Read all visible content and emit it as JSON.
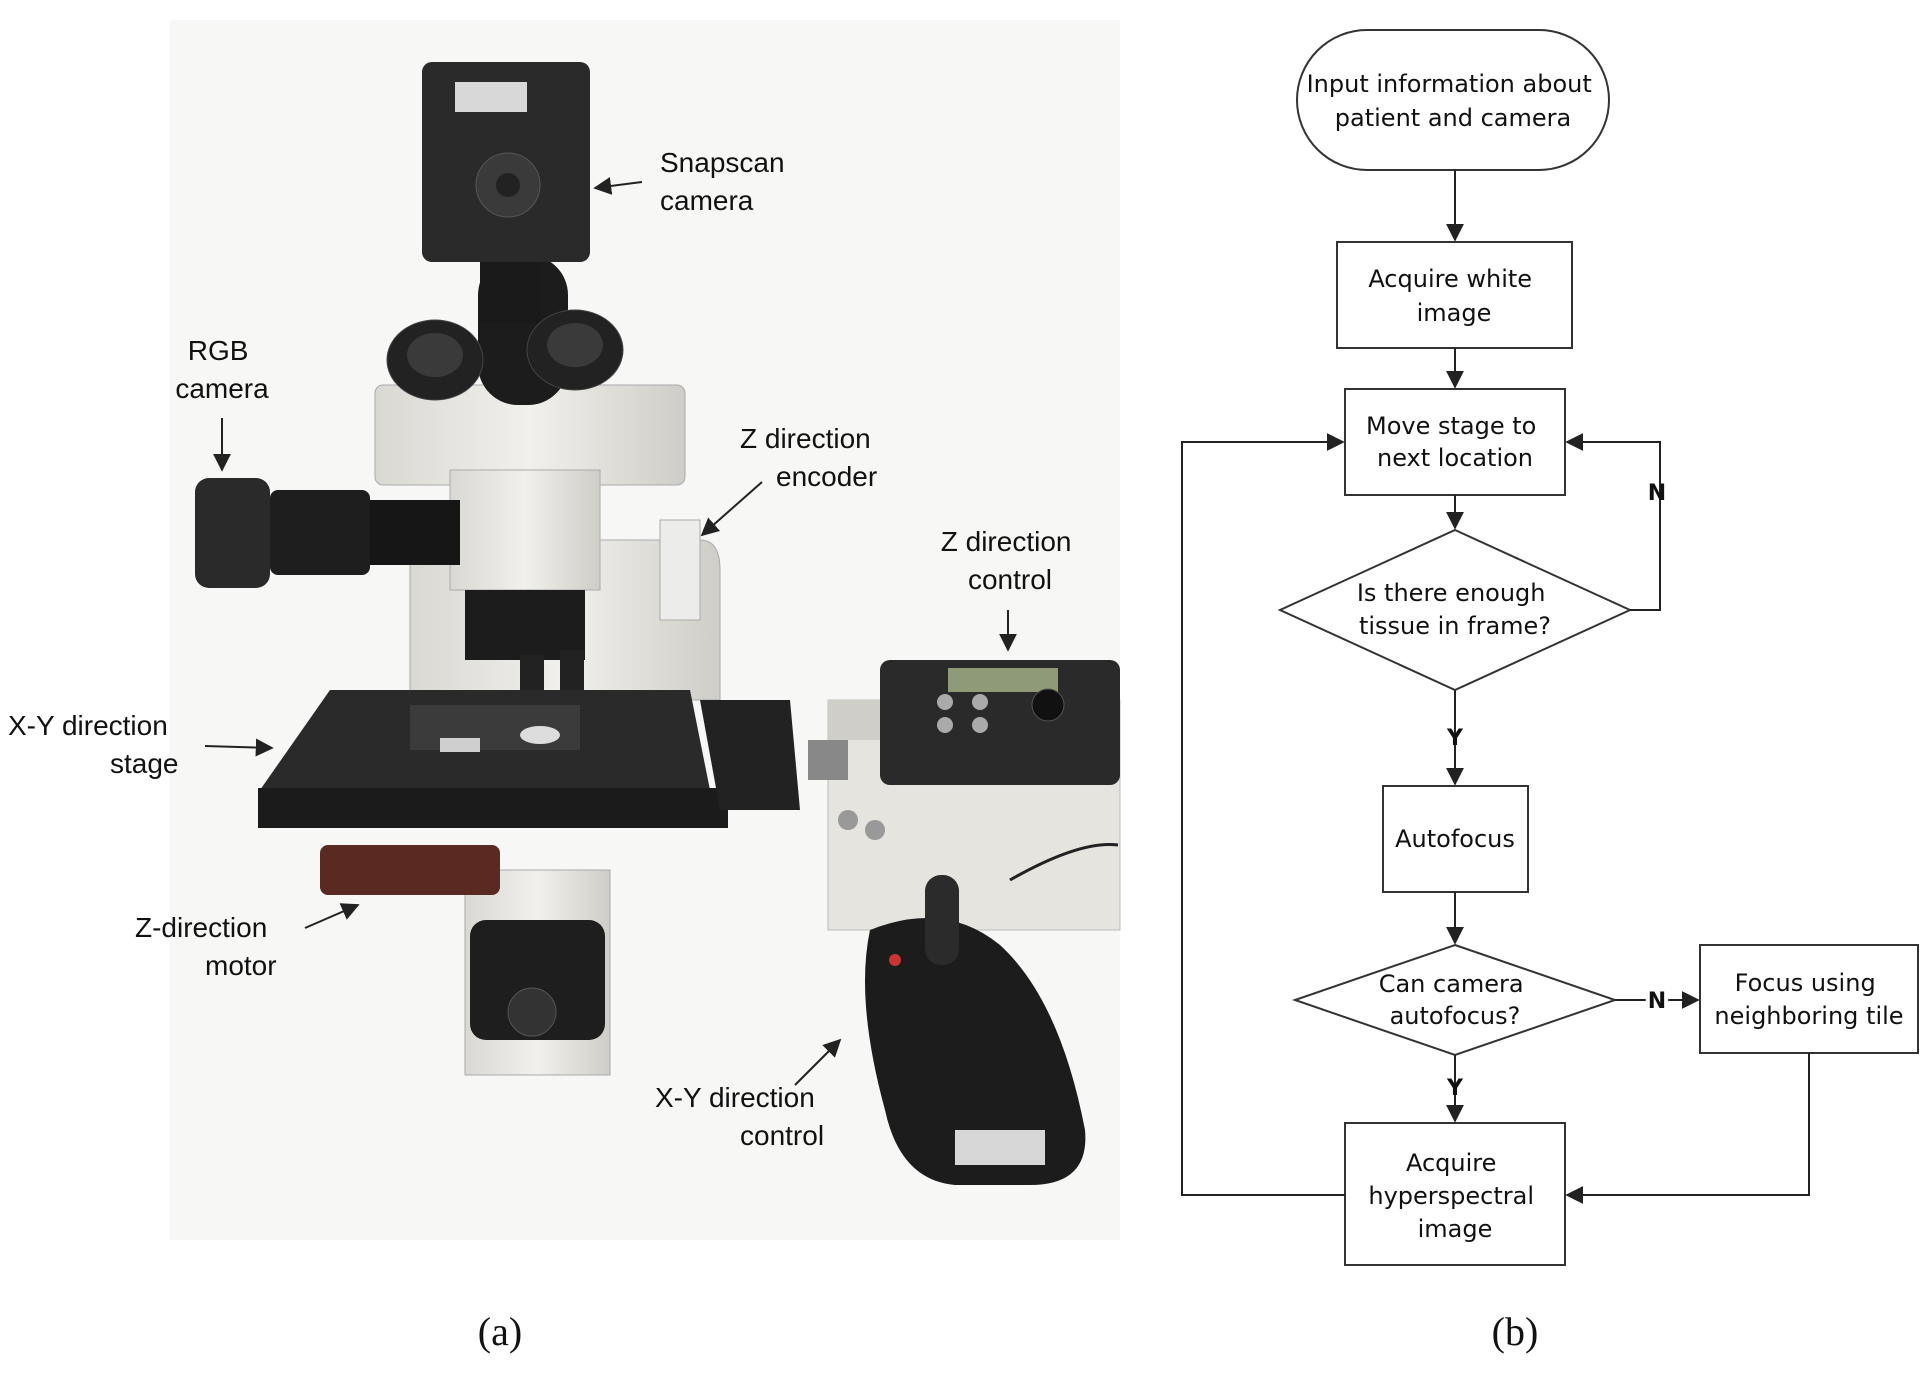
{
  "panel_a": {
    "caption": "(a)",
    "labels": {
      "snapscan": [
        "Snapscan",
        "camera"
      ],
      "rgb": [
        "RGB",
        "camera"
      ],
      "z_encoder": [
        "Z direction",
        "encoder"
      ],
      "z_control": [
        "Z direction",
        "control"
      ],
      "xy_stage": [
        "X-Y direction",
        "stage"
      ],
      "z_motor": [
        "Z-direction",
        "motor"
      ],
      "xy_control": [
        "X-Y direction",
        "control"
      ]
    }
  },
  "panel_b": {
    "caption": "(b)",
    "nodes": {
      "input": [
        "Input information about",
        "patient and camera"
      ],
      "acquire_white": [
        "Acquire white",
        "image"
      ],
      "move_stage": [
        "Move stage to",
        "next location"
      ],
      "tissue_check": [
        "Is there enough",
        "tissue in frame?"
      ],
      "autofocus": [
        "Autofocus"
      ],
      "can_autofocus": [
        "Can camera",
        "autofocus?"
      ],
      "neighbor_focus": [
        "Focus using",
        "neighboring tile"
      ],
      "acquire_hyper": [
        "Acquire",
        "hyperspectral",
        "image"
      ]
    },
    "edge_labels": {
      "yes": "Y",
      "no": "N"
    }
  },
  "colors": {
    "stroke": "#333333",
    "text": "#111111",
    "instrument_dark": "#1c1c1c",
    "instrument_light": "#e4e3df"
  }
}
